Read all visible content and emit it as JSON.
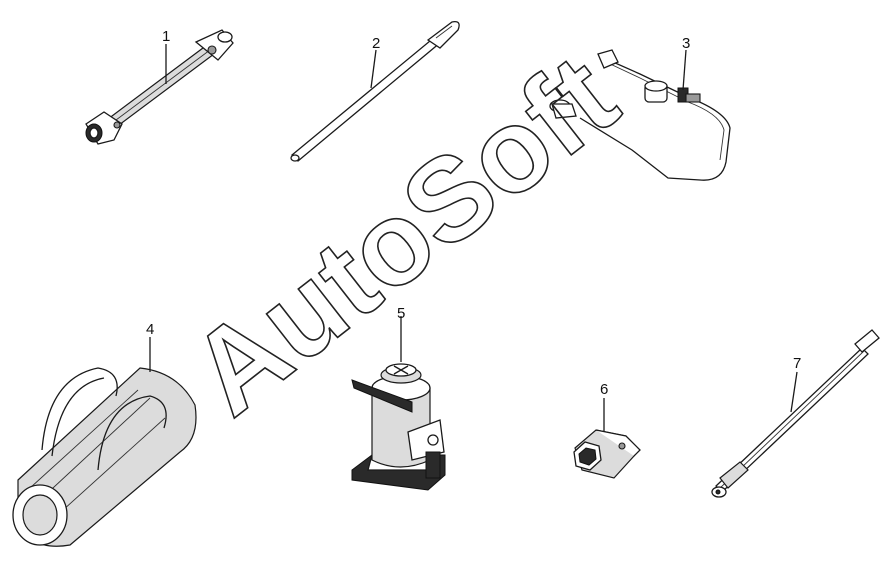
{
  "watermark": {
    "text": "AutoSoft"
  },
  "parts": [
    {
      "number": "1",
      "icon": "lug-wrench-icon"
    },
    {
      "number": "2",
      "icon": "jack-handle-rod-icon"
    },
    {
      "number": "3",
      "icon": "spare-tire-lift-handle-icon"
    },
    {
      "number": "4",
      "icon": "tool-bag-icon"
    },
    {
      "number": "5",
      "icon": "bottle-jack-icon"
    },
    {
      "number": "6",
      "icon": "hex-socket-adapter-icon"
    },
    {
      "number": "7",
      "icon": "extension-bar-icon"
    }
  ],
  "colors": {
    "line": "#1a1a1a",
    "shade": "#dcdcdc",
    "dark": "#2a2a2a",
    "background": "#ffffff"
  }
}
